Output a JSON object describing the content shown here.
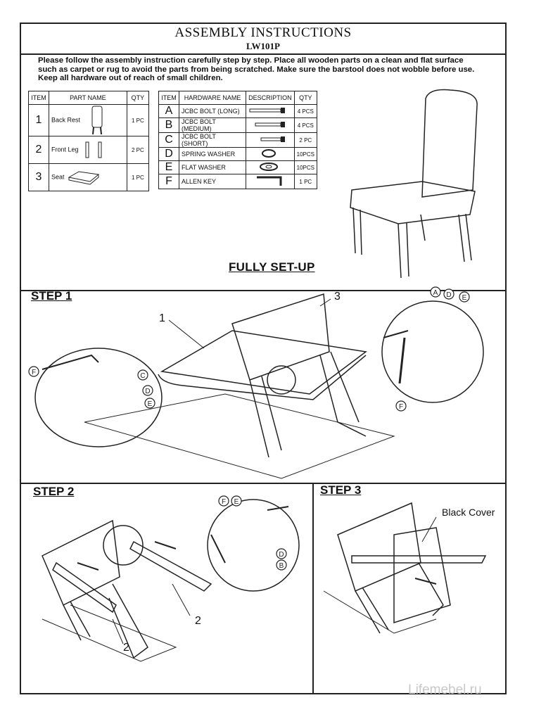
{
  "header": {
    "title": "ASSEMBLY INSTRUCTIONS",
    "model": "LW101P"
  },
  "intro": {
    "line1": "Please follow the assembly instruction carefully step by step. Place all wooden parts on a clean and flat surface",
    "line2": "such as carpet or rug to avoid the parts from being scratched. Make sure the barstool does not wobble before use.",
    "line3": "Keep all hardware out of reach of small children."
  },
  "parts_table": {
    "headers": [
      "ITEM",
      "PART NAME",
      "QTY"
    ],
    "rows": [
      {
        "item": "1",
        "name": "Back Rest",
        "qty": "1 PC"
      },
      {
        "item": "2",
        "name": "Front Leg",
        "qty": "2 PC"
      },
      {
        "item": "3",
        "name": "Seat",
        "qty": "1 PC"
      }
    ]
  },
  "hardware_table": {
    "headers": [
      "ITEM",
      "HARDWARE NAME",
      "DESCRIPTION",
      "QTY"
    ],
    "rows": [
      {
        "item": "A",
        "name": "JCBC BOLT (LONG)",
        "qty": "4 PCS",
        "icon": "long-bolt-icon"
      },
      {
        "item": "B",
        "name": "JCBC BOLT (MEDIUM)",
        "qty": "4 PCS",
        "icon": "medium-bolt-icon"
      },
      {
        "item": "C",
        "name": "JCBC BOLT (SHORT)",
        "qty": "2 PC",
        "icon": "short-bolt-icon"
      },
      {
        "item": "D",
        "name": "SPRING WASHER",
        "qty": "10PCS",
        "icon": "spring-washer-icon"
      },
      {
        "item": "E",
        "name": "FLAT WASHER",
        "qty": "10PCS",
        "icon": "flat-washer-icon"
      },
      {
        "item": "F",
        "name": "ALLEN KEY",
        "qty": "1 PC",
        "icon": "allen-key-icon"
      }
    ]
  },
  "fully_setup_label": "FULLY SET-UP",
  "step1": {
    "label": "STEP 1",
    "callouts": [
      "1",
      "3",
      "F",
      "C",
      "D",
      "E",
      "A",
      "D",
      "E",
      "F"
    ]
  },
  "step2": {
    "label": "STEP 2",
    "callouts": [
      "2",
      "2",
      "F",
      "E",
      "D",
      "B"
    ]
  },
  "step3": {
    "label": "STEP 3",
    "cover_label": "Black Cover"
  },
  "watermark": "Lifemebel.ru"
}
